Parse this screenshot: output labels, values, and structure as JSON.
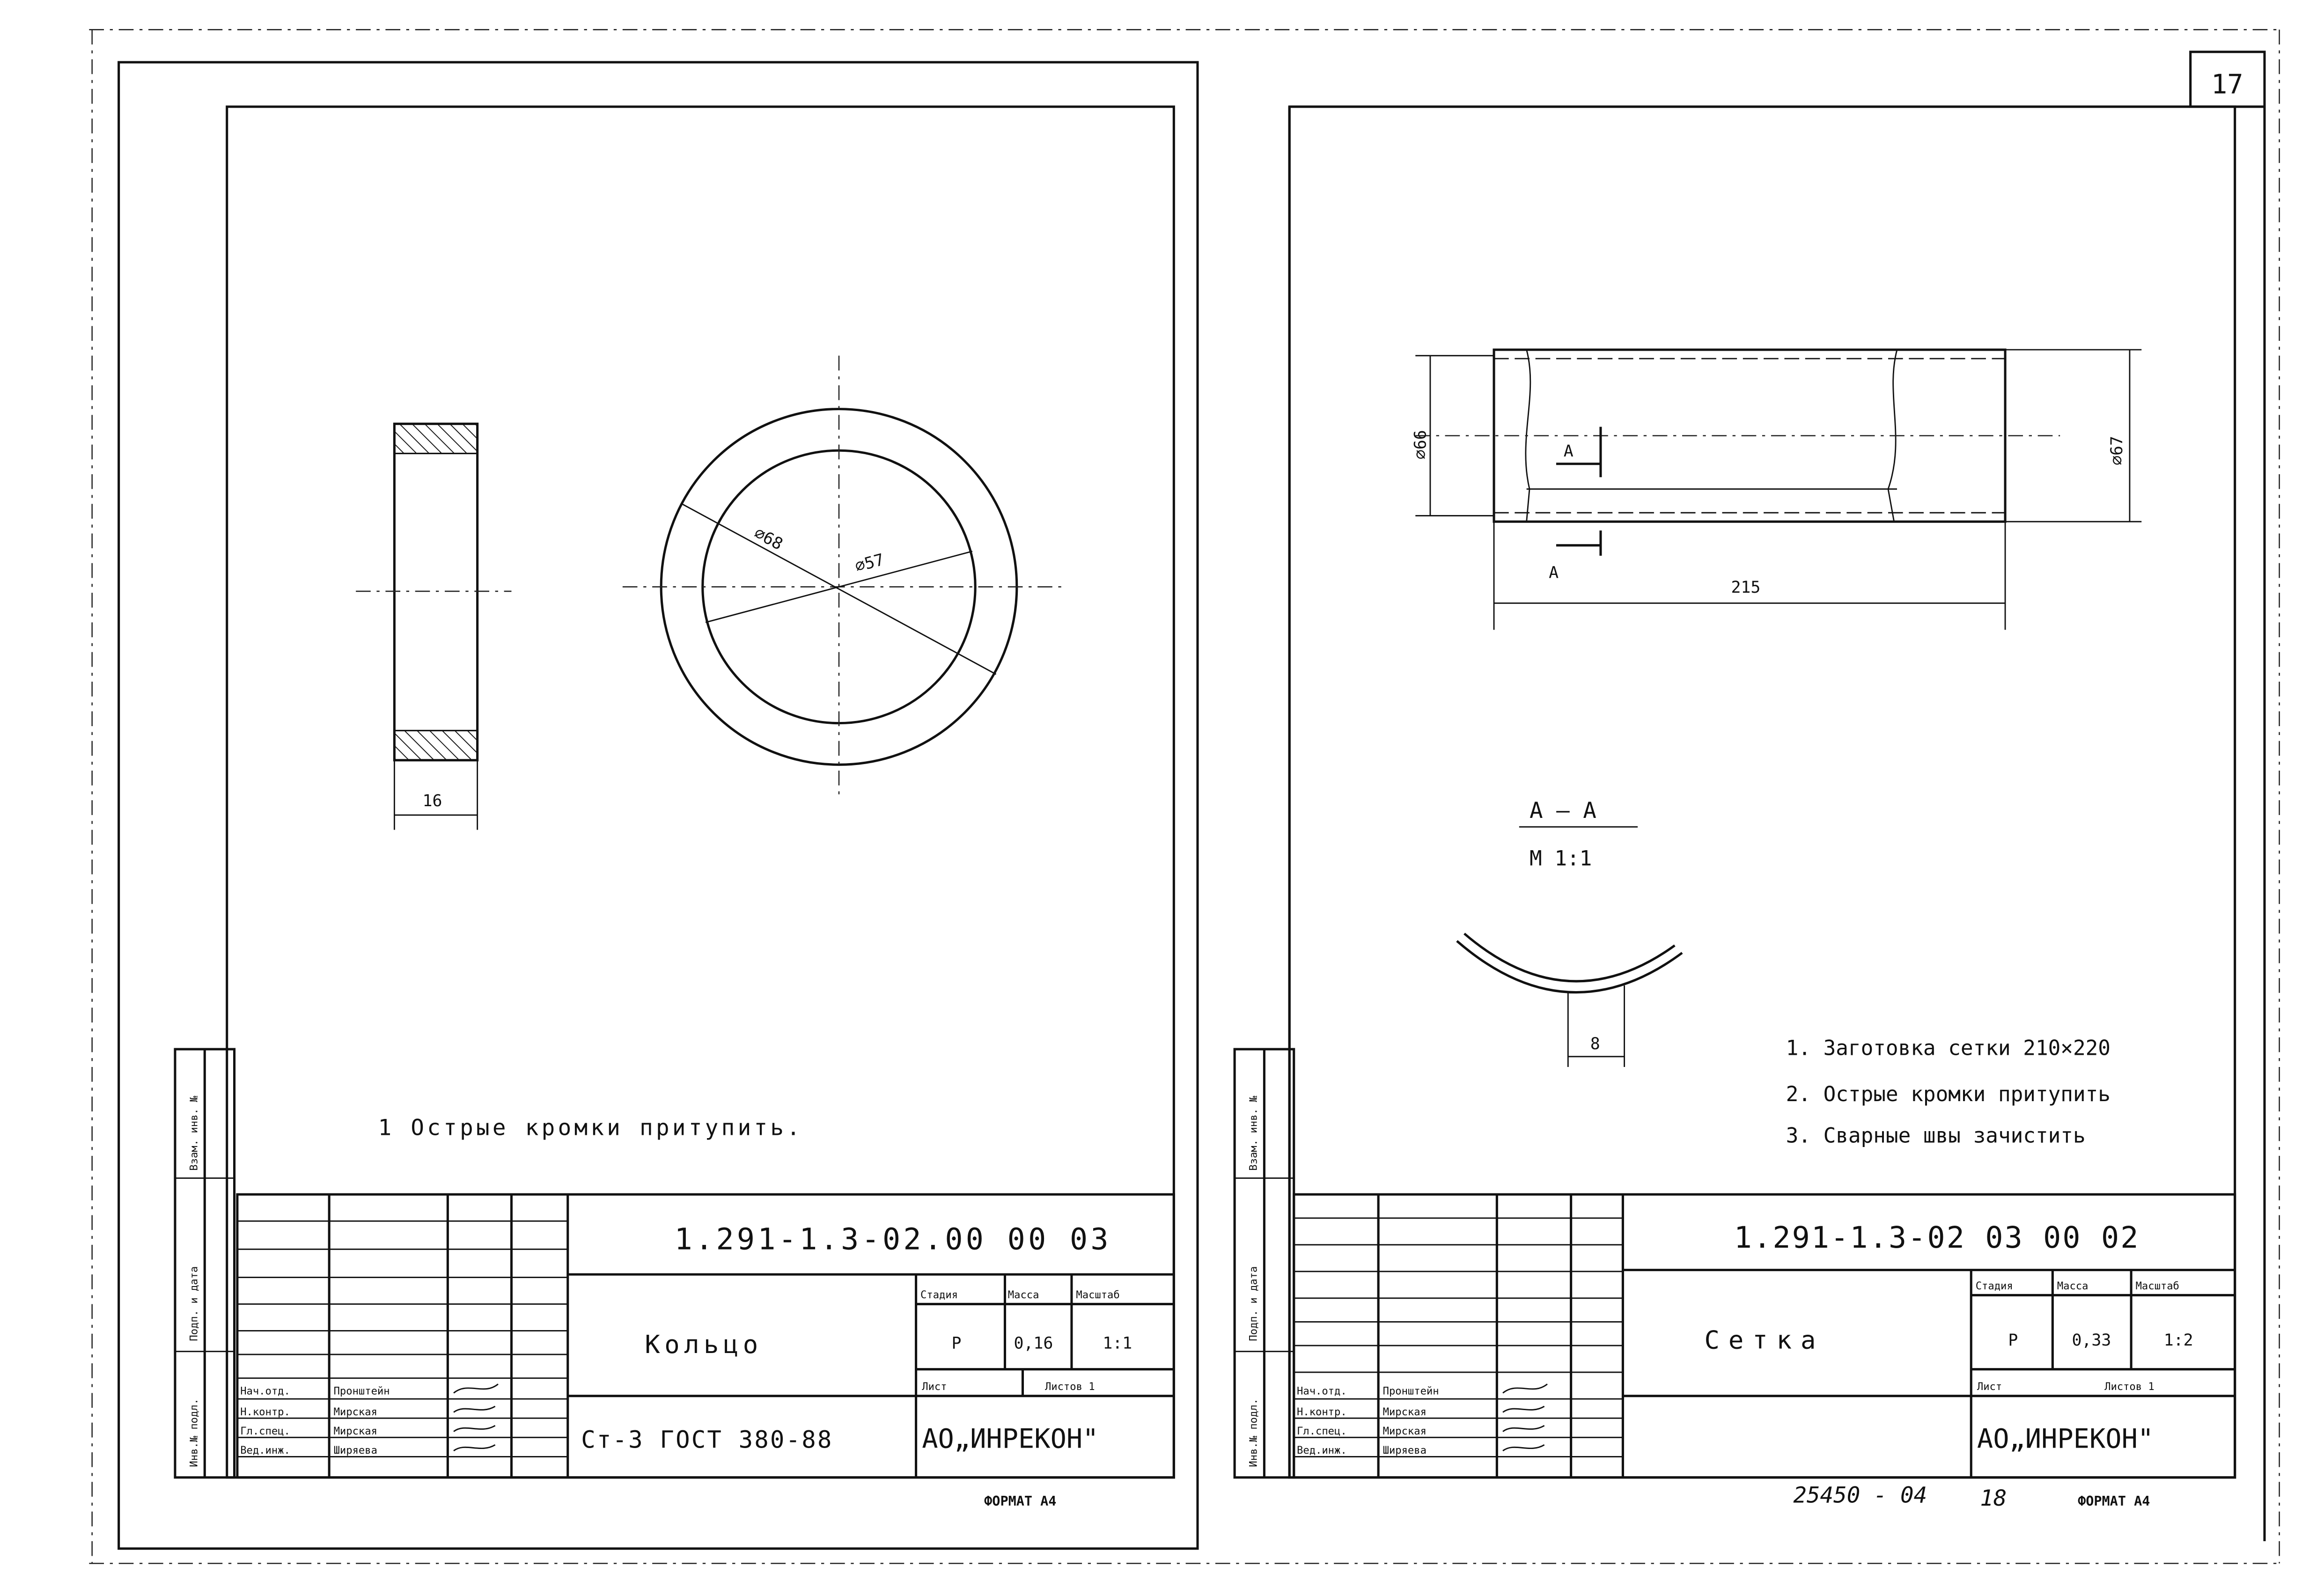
{
  "page_number": "17",
  "sheet_left": {
    "note": "1  Острые  кромки  притупить.",
    "designation": "1.291-1.3-02.00 00 03",
    "name": "Кольцо",
    "material": "Ст-3 ГОСТ 380-88",
    "company": "АО„ИНРЕКОН\"",
    "headers": {
      "stage": "Стадия",
      "mass": "Масса",
      "scale": "Масштаб"
    },
    "values": {
      "stage": "Р",
      "mass": "0,16",
      "scale": "1:1"
    },
    "sheet_label": "Лист",
    "sheets_label": "Листов 1",
    "staff": [
      {
        "role": "Нач.отд.",
        "name": "Пронштейн"
      },
      {
        "role": "Н.контр.",
        "name": "Мирская"
      },
      {
        "role": "Гл.спец.",
        "name": "Мирская"
      },
      {
        "role": "Вед.инж.",
        "name": "Ширяева"
      }
    ],
    "side_labels": [
      "Инв.№ подл.",
      "Подп. и дата",
      "Взам. инв. №"
    ],
    "dims": {
      "width": "16",
      "outer": "⌀68",
      "inner": "⌀57"
    },
    "format": "ФОРМАТ А4"
  },
  "sheet_right": {
    "notes": [
      "1. Заготовка сетки 210×220",
      "2. Острые кромки притупить",
      "3. Сварные швы зачистить"
    ],
    "designation": "1.291-1.3-02 03 00 02",
    "name": "Сетка",
    "material": "",
    "company": "АО„ИНРЕКОН\"",
    "headers": {
      "stage": "Стадия",
      "mass": "Масса",
      "scale": "Масштаб"
    },
    "values": {
      "stage": "Р",
      "mass": "0,33",
      "scale": "1:2"
    },
    "sheet_label": "Лист",
    "sheets_label": "Листов 1",
    "staff": [
      {
        "role": "Нач.отд.",
        "name": "Пронштейн"
      },
      {
        "role": "Н.контр.",
        "name": "Мирская"
      },
      {
        "role": "Гл.спец.",
        "name": "Мирская"
      },
      {
        "role": "Вед.инж.",
        "name": "Ширяева"
      }
    ],
    "side_labels": [
      "Инв.№ подл.",
      "Подп. и дата",
      "Взам. инв. №"
    ],
    "dims": {
      "left_dia": "⌀66",
      "right_dia": "⌀67",
      "length": "215",
      "section_mark": "А",
      "thickness": "8"
    },
    "section_title": "А – А",
    "section_scale": "М 1:1",
    "archive_number": "25450 - 04",
    "archive_sheet": "18",
    "format": "ФОРМАТ А4"
  }
}
